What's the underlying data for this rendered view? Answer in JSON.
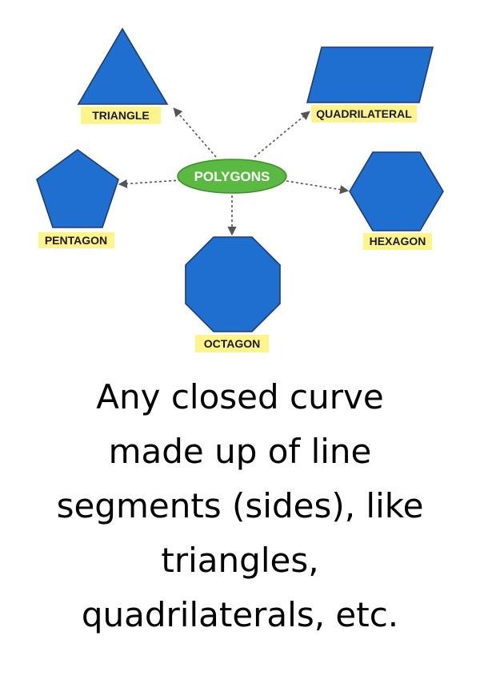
{
  "colors": {
    "shape_fill": "#1f6fd1",
    "shape_stroke": "#1b3d73",
    "label_bg": "#fff48a",
    "hub_fill": "#5ab941",
    "hub_stroke": "#3f8f2c"
  },
  "diagram": {
    "center": "POLYGONS",
    "nodes": [
      {
        "id": "triangle",
        "label": "TRIANGLE"
      },
      {
        "id": "quadrilateral",
        "label": "QUADRILATERAL"
      },
      {
        "id": "pentagon",
        "label": "PENTAGON"
      },
      {
        "id": "hexagon",
        "label": "HEXAGON"
      },
      {
        "id": "octagon",
        "label": "OCTAGON"
      }
    ],
    "edges": [
      {
        "from": "POLYGONS",
        "to": "TRIANGLE"
      },
      {
        "from": "POLYGONS",
        "to": "QUADRILATERAL"
      },
      {
        "from": "POLYGONS",
        "to": "PENTAGON"
      },
      {
        "from": "POLYGONS",
        "to": "HEXAGON"
      },
      {
        "from": "POLYGONS",
        "to": "OCTAGON"
      }
    ]
  },
  "caption": {
    "lines": [
      "Any closed curve",
      "made up of line",
      "segments (sides), like",
      "triangles,",
      "quadrilaterals, etc."
    ]
  }
}
